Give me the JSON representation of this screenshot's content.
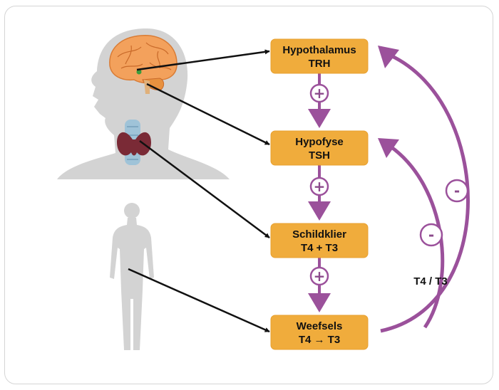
{
  "colors": {
    "box_fill": "#f0ac3c",
    "box_stroke": "#e7a030",
    "arrow_purple": "#9b519b",
    "arrow_black": "#111111",
    "silhouette": "#d3d3d3",
    "brain": "#f3a15c",
    "thyroid": "#7a2a36"
  },
  "nodes": [
    {
      "id": "hypothalamus",
      "line1": "Hypothalamus",
      "line2": "TRH"
    },
    {
      "id": "hypofyse",
      "line1": "Hypofyse",
      "line2": "TSH"
    },
    {
      "id": "schildklier",
      "line1": "Schildklier",
      "line2": "T4 + T3"
    },
    {
      "id": "weefsels",
      "line1": "Weefsels",
      "line2": "T4 → T3"
    }
  ],
  "stimulation_signs": [
    "+",
    "+",
    "+"
  ],
  "feedback": {
    "label": "T4 / T3",
    "inner_sign": "-",
    "outer_sign": "-"
  },
  "icons": {
    "head": "human-head-profile-icon",
    "brain": "brain-icon",
    "thyroid": "thyroid-gland-icon",
    "body": "human-body-silhouette-icon"
  }
}
